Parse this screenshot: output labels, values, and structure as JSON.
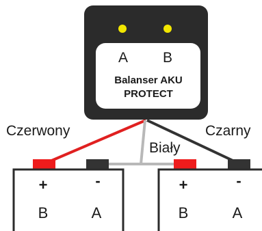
{
  "device": {
    "channel_a": "A",
    "channel_b": "B",
    "name_line1": "Balanser AKU",
    "name_line2": "PROTECT",
    "body_color": "#2b2b2b",
    "led_color": "#f2e600",
    "panel_color": "#ffffff"
  },
  "wires": {
    "red_label": "Czerwony",
    "white_label": "Biały",
    "black_label": "Czarny",
    "red_color": "#e02020",
    "white_color": "#b8b8b8",
    "black_color": "#333333"
  },
  "battery_left": {
    "plus_sign": "+",
    "minus_sign": "-",
    "plus_label": "B",
    "minus_label": "A"
  },
  "battery_right": {
    "plus_sign": "+",
    "minus_sign": "-",
    "plus_label": "B",
    "minus_label": "A"
  },
  "terminal_colors": {
    "positive": "#ee1c1c",
    "negative": "#333333"
  }
}
